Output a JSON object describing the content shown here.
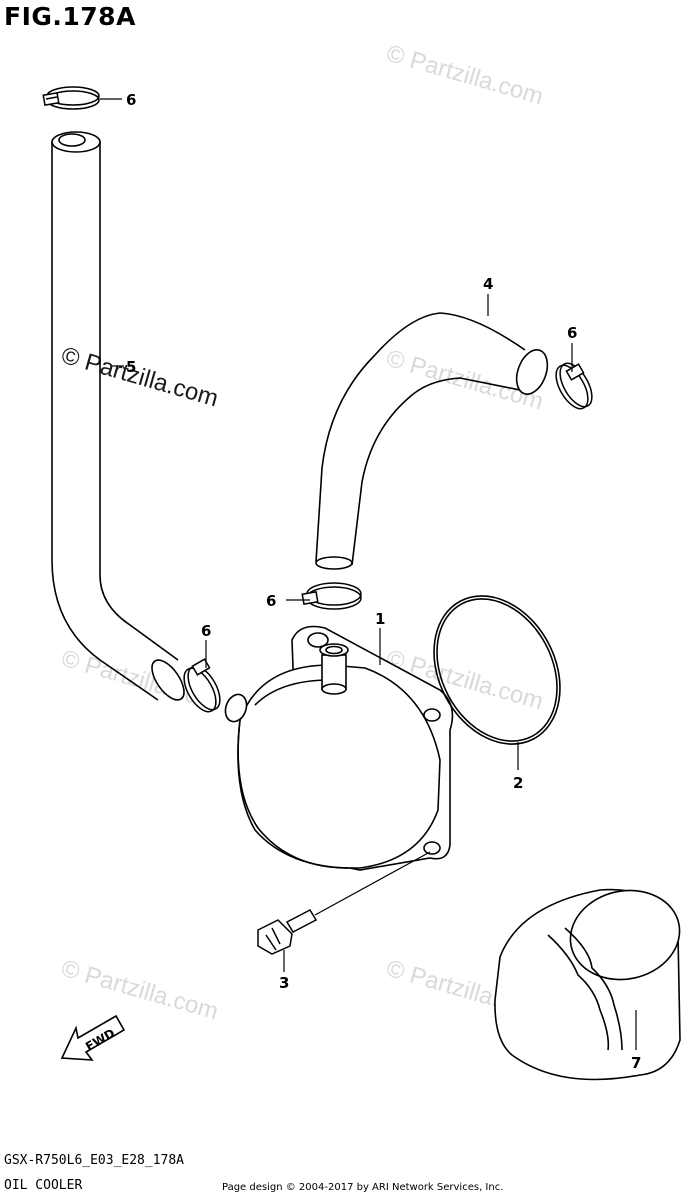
{
  "figure": {
    "title": "FIG.178A"
  },
  "callouts": {
    "oil_cooler": "1",
    "o_ring": "2",
    "bolt": "3",
    "hose_upper": "4",
    "hose_left": "5",
    "clamp": "6",
    "oil_filter": "7"
  },
  "watermark": {
    "text": "© Partzilla.com"
  },
  "fwd_label": "FWD",
  "footer": {
    "model_code": "GSX-R750L6_E03_E28_178A",
    "section_name": "OIL COOLER",
    "copyright": "Page design © 2004-2017 by ARI Network Services, Inc."
  },
  "colors": {
    "line": "#000000",
    "watermark": "#d9d9d9",
    "background": "#ffffff"
  }
}
